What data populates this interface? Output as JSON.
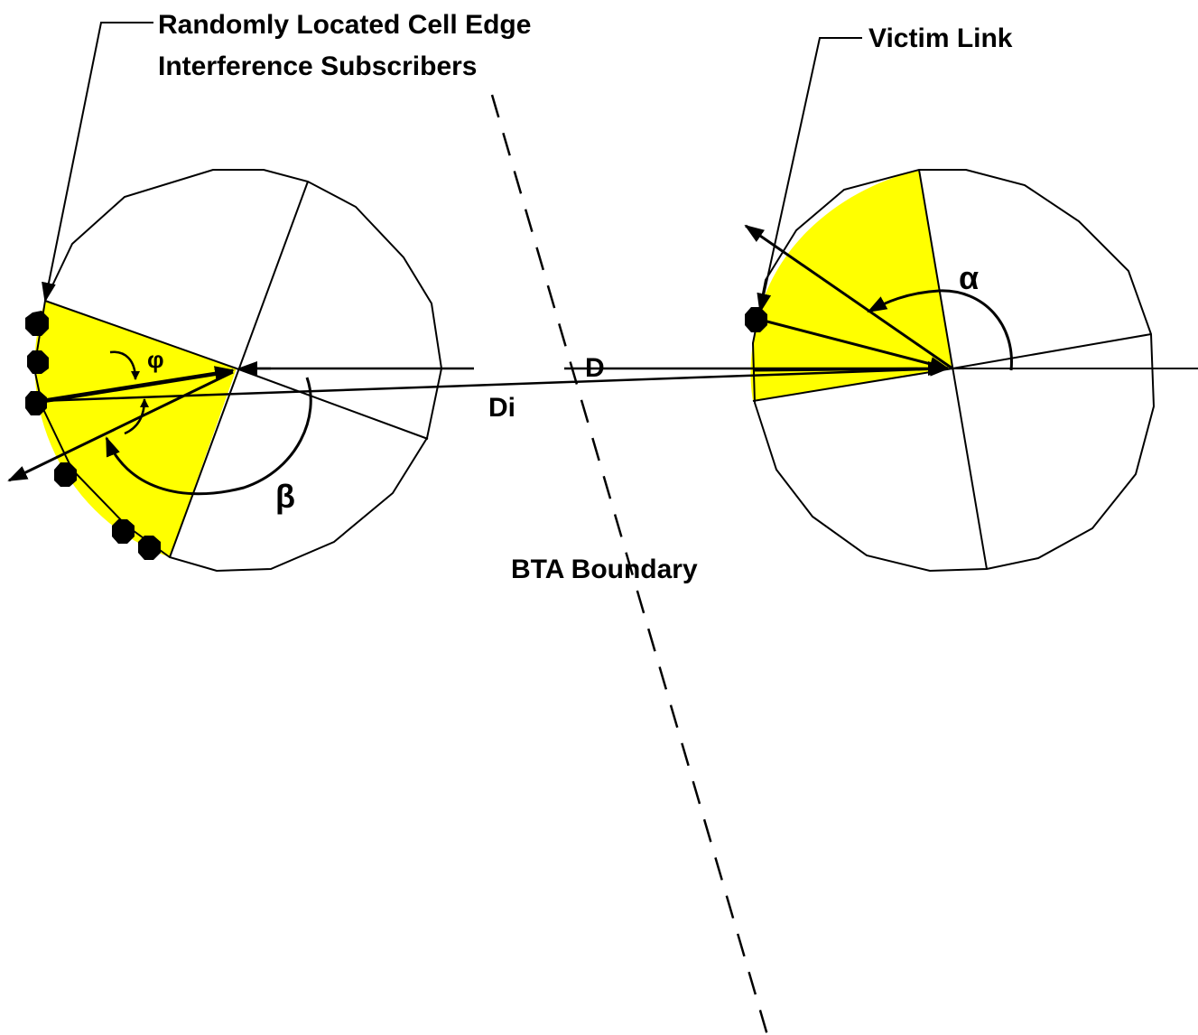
{
  "labels": {
    "interference_line1": "Randomly Located Cell Edge",
    "interference_line2": "Interference Subscribers",
    "victim_link": "Victim Link",
    "bta_boundary": "BTA Boundary",
    "distance_d": "D",
    "distance_di": "Di",
    "angle_alpha": "α",
    "angle_beta": "β",
    "angle_phi": "φ"
  },
  "colors": {
    "sector_fill": "#ffff00",
    "line": "#000000",
    "background": "#ffffff"
  }
}
